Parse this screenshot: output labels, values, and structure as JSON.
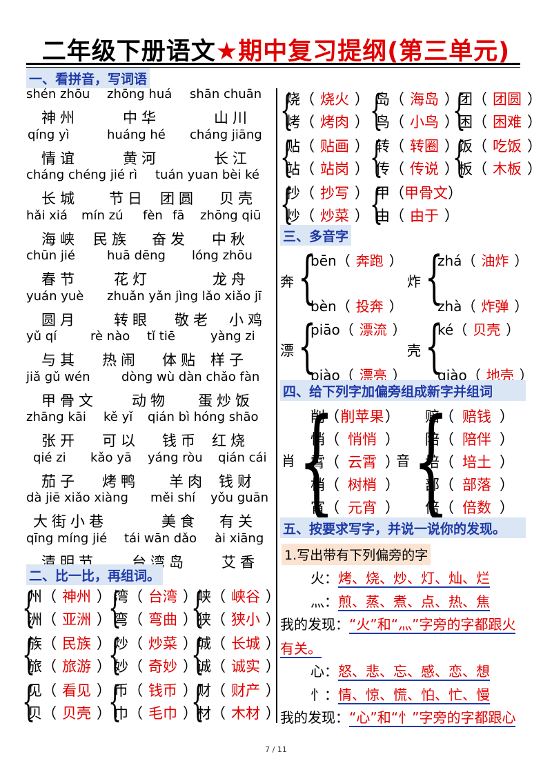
{
  "title_black": "二年级下册语文",
  "title_red": "★期中复习提纲(第三单元)",
  "sec1": "一、看拼音，写词语",
  "sec2": "二、比一比，再组词。",
  "sec3": "三、多音字",
  "sec4": "四、给下列字加偏旁组成新字并组词",
  "sec5": "五、按要求写字，并说一说你的发现。",
  "pinyin_rows": [
    [
      "shén zhōu",
      "zhōng huá",
      "shān chuān"
    ],
    [
      "qíng yì",
      "huáng hé",
      "cháng jiāng"
    ],
    [
      "cháng chéng jié rì",
      "tuán yuan bèi ké"
    ],
    [
      "hǎi xiá",
      "mín zú",
      "fèn",
      "fā",
      "zhōng qiū"
    ],
    [
      "chūn jié",
      "huā dēng",
      "lóng zhōu"
    ],
    [
      "yuán yuè",
      "zhuǎn yǎn jìng lǎo xiǎo jī"
    ],
    [
      "yǔ qí",
      "rè nào",
      "tǐ tiē",
      "yàng zi"
    ],
    [
      "jiǎ gǔ wén",
      "dòng wù dàn chǎo fàn"
    ],
    [
      "zhāng kāi",
      "kě yǐ",
      "qián bì hóng shāo"
    ],
    [
      "qié zi",
      "kǎo yā",
      "yáng ròu",
      "qián cái"
    ],
    [
      "dà jiē xiǎo xiàng",
      "měi shí",
      "yǒu guān"
    ],
    [
      "qīng míng jié",
      "tái wān dǎo",
      "ài xiāng"
    ]
  ],
  "hanzi_rows": [
    [
      "神州",
      "中华",
      "山川"
    ],
    [
      "情谊",
      "黄河",
      "长江"
    ],
    [
      "长城",
      "节日",
      "团圆",
      "贝壳"
    ],
    [
      "海峡",
      "民族",
      "奋发",
      "中秋"
    ],
    [
      "春节",
      "花灯",
      "龙舟"
    ],
    [
      "圆月",
      "转眼",
      "敬老",
      "小鸡"
    ],
    [
      "与其",
      "热闹",
      "体贴",
      "样子"
    ],
    [
      "甲骨文",
      "动物",
      "蛋炒饭"
    ],
    [
      "张开",
      "可以",
      "钱币",
      "红烧"
    ],
    [
      "茄子",
      "烤鸭",
      "羊肉",
      "钱财"
    ],
    [
      "大街小巷",
      "美食",
      "有关"
    ],
    [
      "清明节",
      "台湾岛",
      "艾香"
    ]
  ],
  "compare_left": [
    [
      [
        "州",
        "神州"
      ],
      [
        "洲",
        "亚洲"
      ]
    ],
    [
      [
        "湾",
        "台湾"
      ],
      [
        "弯",
        "弯曲"
      ]
    ],
    [
      [
        "峡",
        "峡谷"
      ],
      [
        "狭",
        "狭小"
      ]
    ],
    [
      [
        "族",
        "民族"
      ],
      [
        "旅",
        "旅游"
      ]
    ],
    [
      [
        "炒",
        "炒菜"
      ],
      [
        "妙",
        "奇妙"
      ]
    ],
    [
      [
        "城",
        "长城"
      ],
      [
        "诚",
        "诚实"
      ]
    ],
    [
      [
        "见",
        "看见"
      ],
      [
        "贝",
        "贝壳"
      ]
    ],
    [
      [
        "币",
        "钱币"
      ],
      [
        "巾",
        "毛巾"
      ]
    ],
    [
      [
        "财",
        "财产"
      ],
      [
        "材",
        "木材"
      ]
    ]
  ],
  "compare_right": [
    [
      [
        "烧",
        "烧火"
      ],
      [
        "烤",
        "烤肉"
      ]
    ],
    [
      [
        "岛",
        "海岛"
      ],
      [
        "鸟",
        "小鸟"
      ]
    ],
    [
      [
        "团",
        "团圆"
      ],
      [
        "困",
        "困难"
      ]
    ],
    [
      [
        "贴",
        "贴画"
      ],
      [
        "站",
        "站岗"
      ]
    ],
    [
      [
        "转",
        "转圈"
      ],
      [
        "传",
        "传说"
      ]
    ],
    [
      [
        "饭",
        "吃饭"
      ],
      [
        "板",
        "木板"
      ]
    ],
    [
      [
        "抄",
        "抄写"
      ],
      [
        "炒",
        "炒菜"
      ]
    ],
    [
      [
        "甲",
        "甲骨文"
      ],
      [
        "由",
        "由于"
      ]
    ]
  ],
  "polyphone": [
    {
      "char": "奔",
      "items": [
        [
          "bēn",
          "奔跑"
        ],
        [
          "bèn",
          "投奔"
        ]
      ]
    },
    {
      "char": "炸",
      "items": [
        [
          "zhá",
          "油炸"
        ],
        [
          "zhà",
          "炸弹"
        ]
      ]
    },
    {
      "char": "漂",
      "items": [
        [
          "piāo",
          "漂流"
        ],
        [
          "piào",
          "漂亮"
        ]
      ]
    },
    {
      "char": "壳",
      "items": [
        [
          "ké",
          "贝壳"
        ],
        [
          "qiào",
          "地壳"
        ]
      ]
    }
  ],
  "radical": [
    {
      "base": "肖",
      "items": [
        [
          "削",
          "削苹果"
        ],
        [
          "悄",
          "悄悄"
        ],
        [
          "霄",
          "云霄"
        ],
        [
          "梢",
          "树梢"
        ],
        [
          "宵",
          "元宵"
        ]
      ]
    },
    {
      "base": "音",
      "items": [
        [
          "赔",
          "赔钱"
        ],
        [
          "陪",
          "陪伴"
        ],
        [
          "培",
          "培土"
        ],
        [
          "部",
          "部落"
        ],
        [
          "倍",
          "倍数"
        ]
      ]
    }
  ],
  "s5": {
    "sub": "1.写出带有下列偏旁的字",
    "fire_label": "火：",
    "fire_chars": "烤、烧、炒、灯、灿、烂",
    "dots_label": "灬：",
    "dots_chars": "煎、蒸、煮、点、热、焦",
    "find1_label": "我的发现：",
    "find1_a": "“火”和“灬”字旁的字都跟火",
    "find1_b": "有关。",
    "heart_label": "心：",
    "heart_chars": "怒、悲、忘、感、恋、想",
    "xin_label": "忄：",
    "xin_chars": "情、惊、慌、怕、忙、慢",
    "find2_label": "我的发现：",
    "find2_a": "“心”和“忄”字旁的字都跟心"
  },
  "page": "7 / 11"
}
